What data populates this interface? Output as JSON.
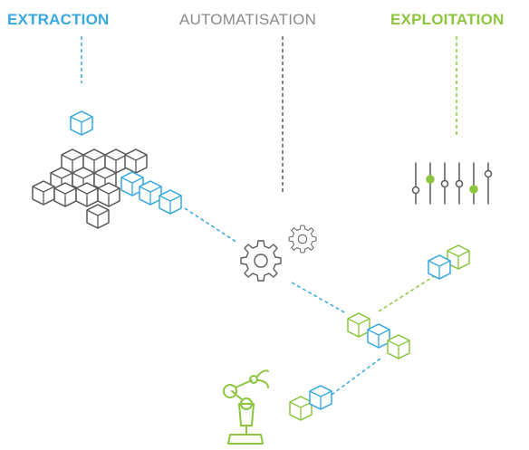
{
  "columns": {
    "extraction": "EXTRACTION",
    "automatisation": "AUTOMATISATION",
    "exploitation": "EXPLOITATION"
  },
  "colors": {
    "extraction": "#38a9e0",
    "automatisation": "#8a8a8a",
    "exploitation": "#8cc63f",
    "outline": "#5a5a5a"
  },
  "icons": [
    "cube-stack-icon",
    "gears-icon",
    "sliders-icon",
    "robot-arm-icon",
    "cube-pair-icon"
  ]
}
